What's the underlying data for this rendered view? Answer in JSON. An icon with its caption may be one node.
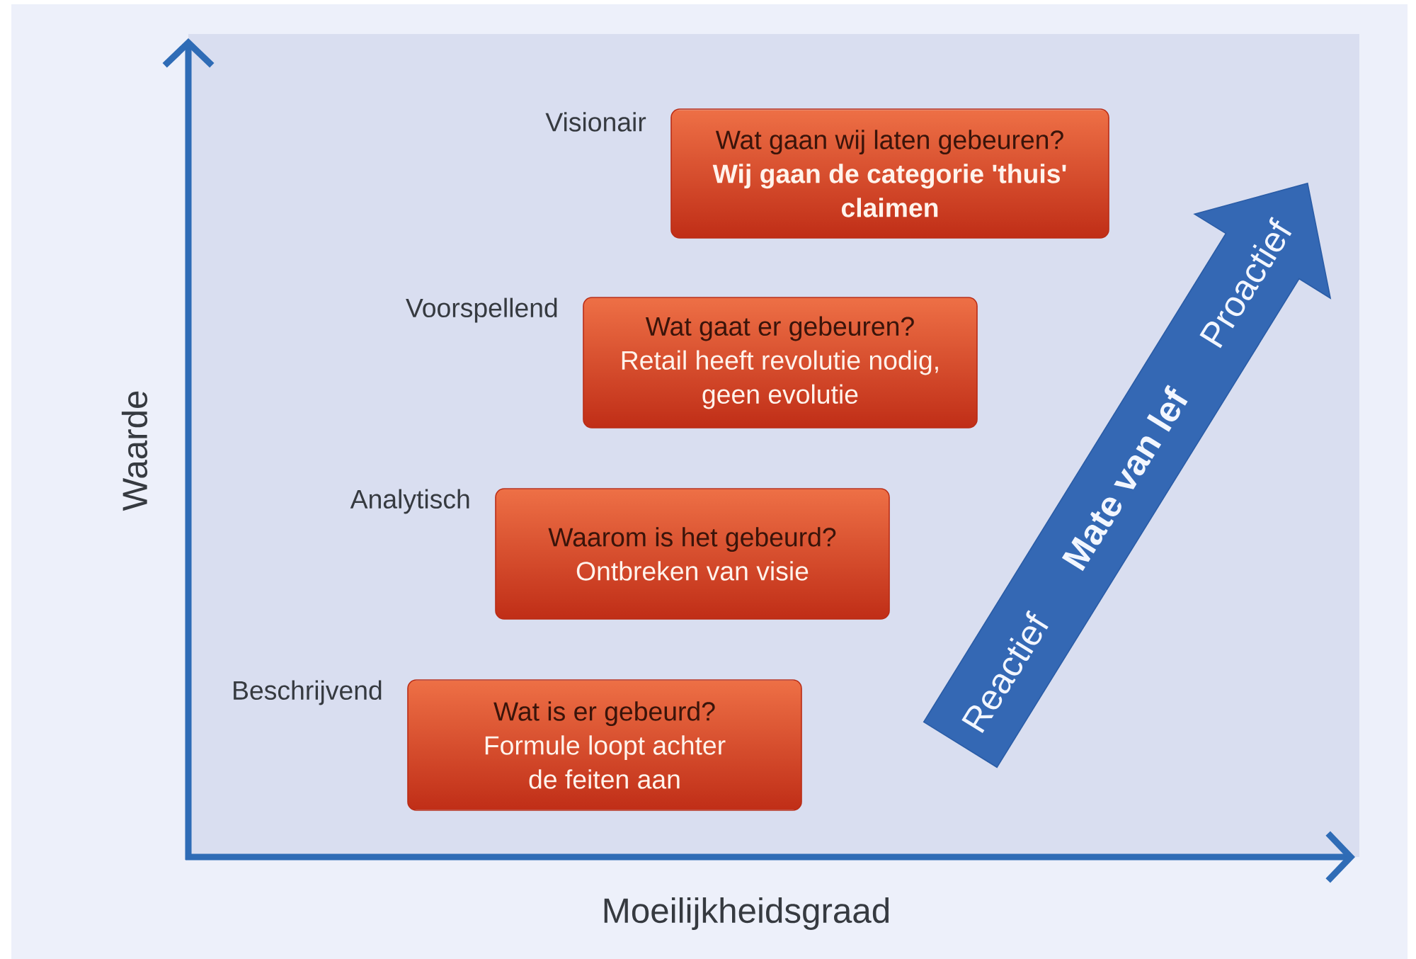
{
  "diagram": {
    "nodes": [
      {
        "text": [
          "Wat gaan wij laten gebeuren?",
          "Wij gaan de categorie 'thuis' claimen"
        ],
        "beside": [
          "Visionair"
        ]
      },
      {
        "text": [
          "Wat gaat er gebeuren?",
          "Retail heeft revolutie nodig, geen evolutie"
        ],
        "beside": [
          "Voorspellend"
        ]
      },
      {
        "text": [
          "Waarom is het gebeurd?",
          "Ontbreken van visie"
        ],
        "beside": [
          "Analytisch"
        ]
      },
      {
        "text": [
          "Wat is er gebeurd?",
          "Formule loopt achter de feiten aan"
        ],
        "beside": [
          "Beschrijvend"
        ]
      },
      {
        "text": [
          "Reactief",
          "Mate van lef",
          "Proactief"
        ]
      }
    ],
    "labels": [
      "Waarde",
      "Moeilijkheidsgraad"
    ]
  }
}
